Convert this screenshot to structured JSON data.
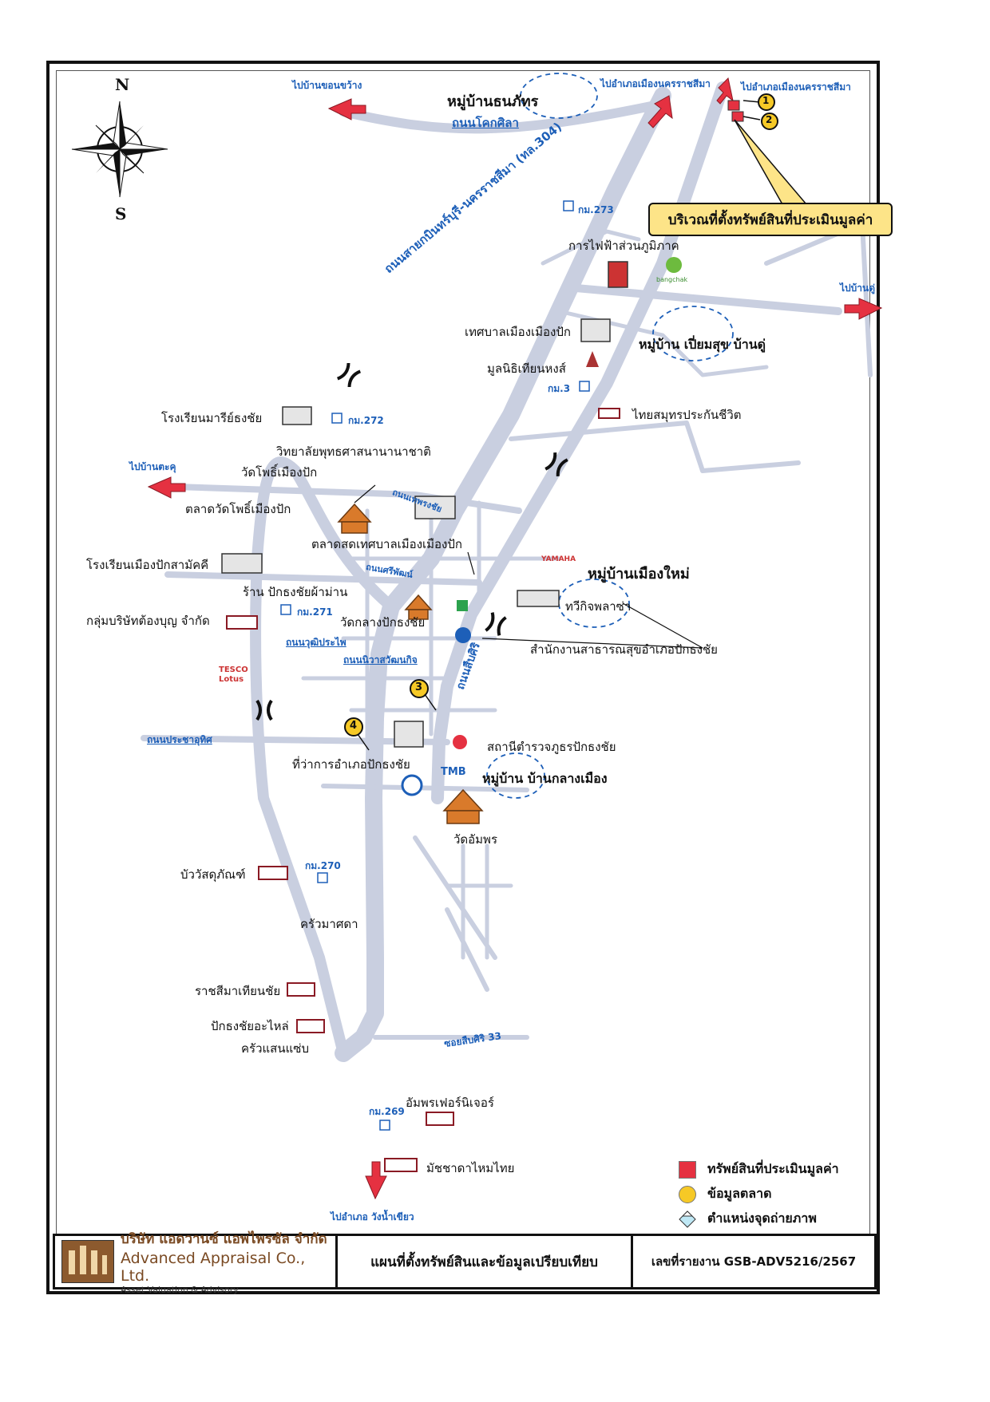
{
  "compass": {
    "north": "N",
    "south": "S"
  },
  "directions": {
    "to_ban_khon_sawang": "ไปบ้านขอนขว้าง",
    "to_korat_1": "ไปอำเภอเมืองนครราชสีมา",
    "to_korat_2": "ไปอำเภอเมืองนครราชสีมา",
    "to_ban_du": "ไปบ้านดู่",
    "to_ban_takhu": "ไปบ้านตะคุ",
    "to_wang_nam_khiao": "ไปอำเภอ วังน้ำเขียว"
  },
  "markers": {
    "m1": "1",
    "m2": "2",
    "m3": "3",
    "m4": "4"
  },
  "callout": "บริเวณที่ตั้งทรัพย์สินที่ประเมินมูลค่า",
  "roads": {
    "highway": "ถนนสายกบินทร์บุรี-นครราชสีมา (ทล.304)",
    "khok_sila": "ถนนโคกศิลา",
    "thetsaban": "ถนนเทพรงชัย",
    "sriphat": "ถนนศรีพัฒน์",
    "wutthiprasai": "ถนนวุฒิประไพ",
    "niwat": "ถนนนิวาสวัฒนกิจ",
    "prachautit": "ถนนประชาอุทิศ",
    "sueb_siri": "ถนนสืบศิริ",
    "soi_sueb_siri_33": "ซอยสืบศิริ 33",
    "km273": "กม.273",
    "km272": "กม.272",
    "km271": "กม.271",
    "km270": "กม.270",
    "km269": "กม.269",
    "km3": "กม.3"
  },
  "places": {
    "mu_ban_thanaphat": "หมู่บ้านธนภัทร",
    "pea": "การไฟฟ้าส่วนภูมิภาค",
    "bangchak": "bangchak",
    "thetsaban_muang_pak": "เทศบาลเมืองเมืองปัก",
    "mu_ban_pianmsuk": "หมู่บ้าน เปี่ยมสุข บ้านดู่",
    "mulaniti": "มูลนิธิเทียนหงส์",
    "thai_samut": "ไทยสมุทรประกันชีวิต",
    "school_mary": "โรงเรียนมารีย์ธงชัย",
    "college_buddhist": "วิทยาลัยพุทธศาสนานานาชาติ",
    "wat_pho": "วัดโพธิ์เมืองปัก",
    "market_wat_pho": "ตลาดวัดโพธิ์เมืองปัก",
    "market_thetsaban": "ตลาดสดเทศบาลเมืองเมืองปัก",
    "school_muang_pak": "โรงเรียนเมืองปักสามัคคี",
    "pak_thong_chai_fabric": "ร้าน ปักธงชัยผ้าม่าน",
    "yamaha": "YAMAHA",
    "mu_ban_muang_mai": "หมู่บ้านเมืองใหม่",
    "taweekit": "ทวีกิจพลาซ่า",
    "group_tongboon": "กลุ่มบริษัทต้องบุญ จำกัด",
    "wat_klang": "วัดกลางปักธงชัย",
    "health_office": "สำนักงานสาธารณสุขอำเภอปักธงชัย",
    "tesco_lotus": "TESCO Lotus",
    "police": "สถานีตำรวจภูธรปักธงชัย",
    "district_office": "ที่ว่าการอำเภอปักธงชัย",
    "tmb": "TMB",
    "mu_ban_klang_muang": "หมู่บ้าน บ้านกลางเมือง",
    "wat_amphon": "วัดอัมพร",
    "buawat": "บัววัสดุภัณฑ์",
    "krua_masada": "ครัวมาศดา",
    "ratchasima_thianchai": "ราชสีมาเทียนชัย",
    "pakthongchai_parts": "ปักธงชัยอะไหล่",
    "krua_saensaep": "ครัวแสนแซ่บ",
    "amphon_furniture": "อัมพรเฟอร์นิเจอร์",
    "matchada": "มัชชาดาไหมไทย"
  },
  "legend": [
    {
      "symbol": "red-square",
      "label": "ทรัพย์สินที่ประเมินมูลค่า"
    },
    {
      "symbol": "yellow-circle",
      "label": "ข้อมูลตลาด"
    },
    {
      "symbol": "photo-point",
      "label": "ตำแหน่งจุดถ่ายภาพ"
    }
  ],
  "footer": {
    "company_th": "บริษัท แอดวานซ์ แอพไพรซัล จำกัด",
    "company_en": "Advanced Appraisal Co., Ltd.",
    "company_sub": "Asset Valuation & Advisory",
    "title": "แผนที่ตั้งทรัพย์สินและข้อมูลเปรียบเทียบ",
    "report_no": "เลขที่รายงาน GSB-ADV5216/2567"
  },
  "colors": {
    "road": "#c9cfe0",
    "arrow": "#e53141",
    "label_blue": "#1d5fb8",
    "callout_bg": "#fde488",
    "marker_yellow": "#f6c926",
    "building_orange": "#d97a2b"
  }
}
